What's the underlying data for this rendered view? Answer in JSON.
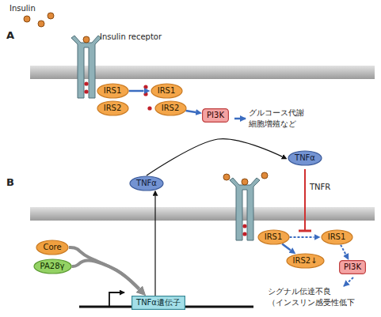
{
  "diagram": {
    "nodes": [
      {
        "text": [
          "IRS1"
        ]
      },
      {
        "text": [
          "IRS2"
        ]
      },
      {
        "text": [
          "IRS1"
        ]
      },
      {
        "text": [
          "IRS2"
        ]
      },
      {
        "text": [
          "PI3K"
        ]
      },
      {
        "text": [
          "TNFα"
        ]
      },
      {
        "text": [
          "TNFα"
        ]
      },
      {
        "text": [
          "IRS1"
        ]
      },
      {
        "text": [
          "IRS1"
        ]
      },
      {
        "text": [
          "IRS2↓"
        ]
      },
      {
        "text": [
          "PI3K"
        ]
      },
      {
        "text": [
          "Core"
        ]
      },
      {
        "text": [
          "PA28γ"
        ]
      },
      {
        "text": [
          "TNFα遺伝子"
        ]
      }
    ],
    "edges": [
      {
        "from": 0,
        "to": 2,
        "arrow": "to"
      },
      {
        "from": 3,
        "to": 4,
        "arrow": "to"
      },
      {
        "from": 5,
        "to": 6,
        "arrow": "to"
      },
      {
        "from": 13,
        "to": 5,
        "arrow": "to"
      },
      {
        "from": 7,
        "to": 8,
        "arrow": "to"
      },
      {
        "from": 7,
        "to": 9,
        "arrow": "to"
      },
      {
        "from": 8,
        "to": 10,
        "arrow": "to"
      },
      {
        "from": 11,
        "to": 13,
        "arrow": "to"
      },
      {
        "from": 12,
        "to": 13,
        "arrow": "to"
      }
    ],
    "labels": [
      "Insulin",
      "A",
      "Insulin receptor",
      "グルコース代謝 細胞増殖など",
      "B",
      "TNFR",
      "シグナル伝達不良 （インスリン感受性低下"
    ]
  }
}
